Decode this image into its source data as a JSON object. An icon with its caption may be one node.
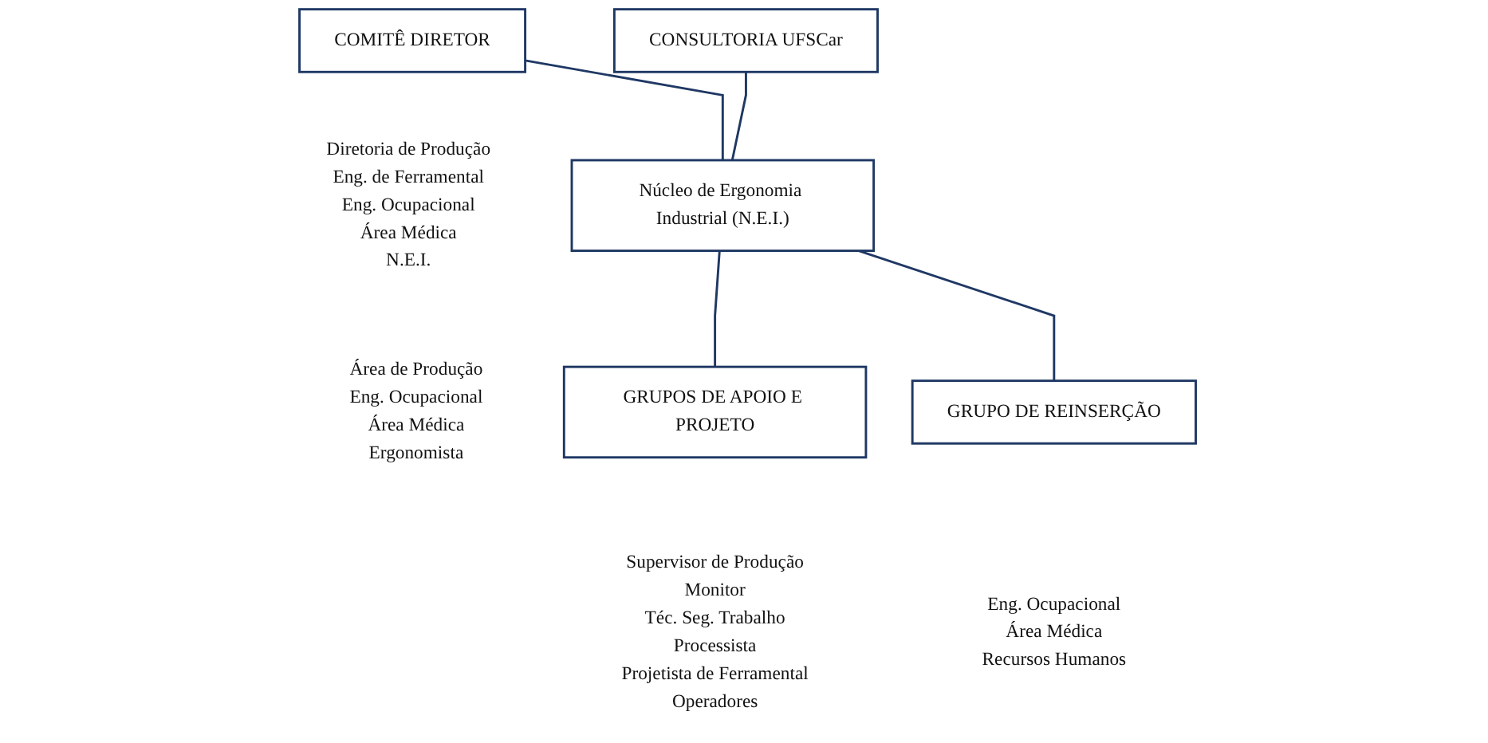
{
  "diagram": {
    "nodes": [
      {
        "text": [
          "COMITÊ DIRETOR"
        ],
        "beside": [
          "Diretoria de Produção",
          "Eng. de Ferramental",
          "Eng. Ocupacional",
          "Área Médica",
          "N.E.I."
        ]
      },
      {
        "text": [
          "CONSULTORIA UFSCar"
        ]
      },
      {
        "text": [
          "Núcleo de Ergonomia Industrial (N.E.I.)"
        ],
        "beside": [
          "Área de Produção",
          "Eng. Ocupacional",
          "Área Médica",
          "Ergonomista"
        ]
      },
      {
        "text": [
          "GRUPOS DE APOIO E PROJETO"
        ],
        "beside": [
          "Supervisor de Produção",
          "Monitor",
          "Téc. Seg. Trabalho",
          "Processista",
          "Projetista de Ferramental",
          "Operadores"
        ]
      },
      {
        "text": [
          "GRUPO DE REINSERÇÃO"
        ],
        "beside": [
          "Eng. Ocupacional",
          "Área Médica",
          "Recursos Humanos"
        ]
      }
    ],
    "edges": [
      {
        "from": 0,
        "to": 2,
        "arrow": "none"
      },
      {
        "from": 1,
        "to": 2,
        "arrow": "none"
      },
      {
        "from": 2,
        "to": 3,
        "arrow": "none"
      },
      {
        "from": 2,
        "to": 4,
        "arrow": "none"
      }
    ]
  }
}
